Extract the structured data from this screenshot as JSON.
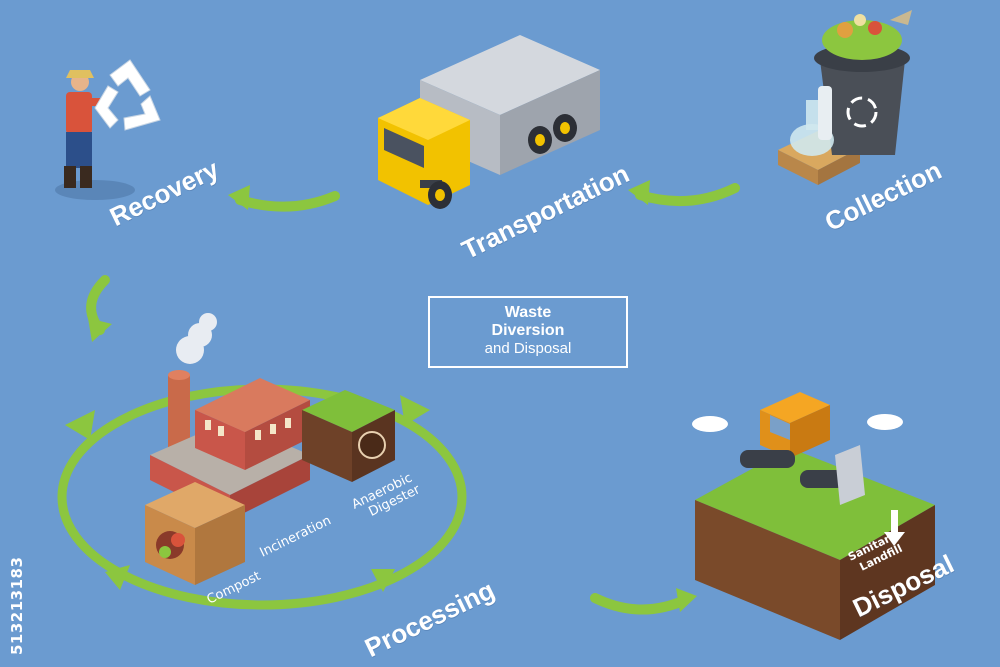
{
  "title": {
    "line1": "Waste",
    "line2": "Diversion",
    "line3": "and Disposal"
  },
  "stages": {
    "recovery": "Recovery",
    "transportation": "Transportation",
    "collection": "Collection",
    "disposal": "Disposal",
    "processing": "Processing"
  },
  "processing_items": {
    "compost": "Compost",
    "incineration": "Incineration",
    "anaerobic_digester_line1": "Anaerobic",
    "anaerobic_digester_line2": "Digester"
  },
  "landfill": {
    "line1": "Sanitary",
    "line2": "Landfill"
  },
  "stock_id": "513213183",
  "colors": {
    "background": "#6b9bd0",
    "arrow_green": "#8cc63f",
    "truck_yellow": "#f2c200",
    "grass": "#7fbf3a",
    "soil": "#7a4a2a"
  }
}
